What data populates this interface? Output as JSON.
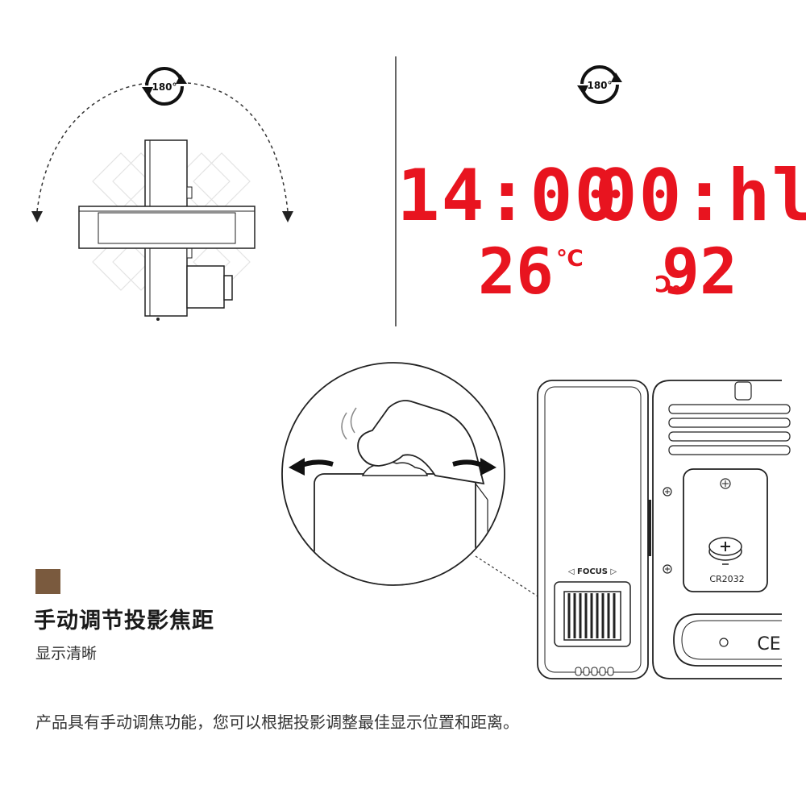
{
  "rotation_badge_left": "180°",
  "rotation_badge_right": "180°",
  "display_normal": {
    "time": "14:00",
    "temperature": "26",
    "unit": "℃"
  },
  "display_flipped": {
    "time": "00:hl",
    "temperature": "92",
    "unit": "℃"
  },
  "focus_label": "◁ FOCUS ▷",
  "battery_label": "CR2032",
  "feature": {
    "title": "手动调节投影焦距",
    "subtitle": "显示清晰",
    "description": "产品具有手动调焦功能，您可以根据投影调整最佳显示位置和距离。"
  },
  "colors": {
    "led_red": "#e8141f",
    "accent_swatch": "#7a5a3e",
    "line": "#222222"
  },
  "icons": [
    "rotate-180-icon",
    "rotate-arrow-left-icon",
    "rotate-arrow-right-icon",
    "screw-icon",
    "ce-mark-icon"
  ]
}
